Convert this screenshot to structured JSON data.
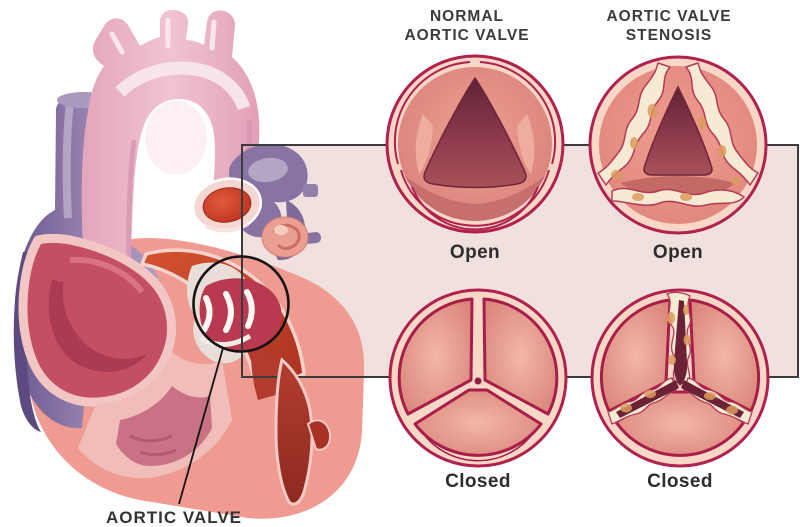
{
  "figure": {
    "title_normal": {
      "line1": "NORMAL",
      "line2": "AORTIC VALVE"
    },
    "title_stenosis": {
      "line1": "AORTIC VALVE",
      "line2": "STENOSIS"
    },
    "heart_label": "AORTIC VALVE",
    "valves": [
      {
        "id": "normal-open",
        "column": "normal",
        "state_label": "Open"
      },
      {
        "id": "stenosis-open",
        "column": "stenosis",
        "state_label": "Open"
      },
      {
        "id": "normal-closed",
        "column": "normal",
        "state_label": "Closed"
      },
      {
        "id": "stenosis-closed",
        "column": "stenosis",
        "state_label": "Closed"
      }
    ],
    "colors": {
      "background": "#ffffff",
      "panel_bg": "#f0e1df",
      "panel_border": "#3b3b3b",
      "annotation_line": "#141414",
      "text": "#3b3b3b",
      "valve_rim": "#f8d7c7",
      "valve_outline": "#b0214d",
      "leaflet": "#de867d",
      "leaflet_highlight": "#f2b3a4",
      "lumen_dark": "#5f2436",
      "lumen_mid": "#a85158",
      "calcification": "#f7ead2",
      "calcification_spot": "#dc9b60",
      "heart_aorta_pink": "#e9b2c5",
      "heart_purple": "#8d7aa1",
      "heart_red": "#c7412b",
      "heart_crimson": "#c44f63",
      "heart_salmon": "#ef9b92"
    }
  }
}
